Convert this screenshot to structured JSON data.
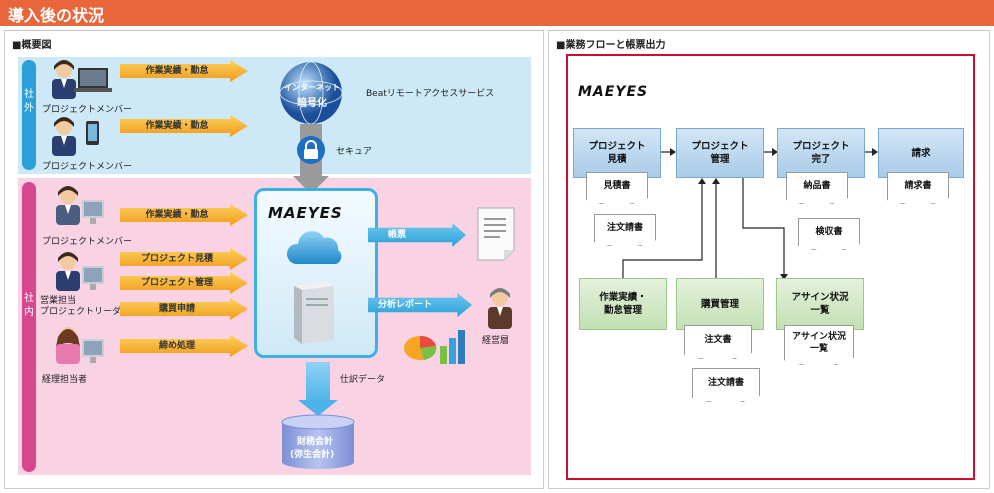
{
  "header": {
    "title": "導入後の状況"
  },
  "left": {
    "title": "■概要図",
    "outside_label": "社\n外",
    "inside_label": "社\n内",
    "members": [
      {
        "label": "プロジェクトメンバー"
      },
      {
        "label": "プロジェクトメンバー"
      },
      {
        "label": "プロジェクトメンバー"
      },
      {
        "label": "営業担当\nプロジェクトリーダー"
      },
      {
        "label": "経理担当者"
      }
    ],
    "arrows": [
      "作業実績・勤怠",
      "作業実績・勤怠",
      "作業実績・勤怠",
      "プロジェクト見積",
      "プロジェクト管理",
      "購買申請",
      "締め処理"
    ],
    "internet_line1": "インターネット",
    "internet_line2": "暗号化",
    "beat_label": "Beatリモートアクセスサービス",
    "secure_label": "セキュア",
    "logo": "MAEYES",
    "out_arrow1": "帳票",
    "out_arrow2": "分析レポート",
    "executive_label": "経営層",
    "journal_label": "仕訳データ",
    "accounting_line1": "財務会計",
    "accounting_line2": "(弥生会計)"
  },
  "right": {
    "title": "■業務フローと帳票出力",
    "logo": "MAEYES",
    "steps": [
      "プロジェクト\n見積",
      "プロジェクト\n管理",
      "プロジェクト\n完了",
      "請求"
    ],
    "docs": {
      "estimate": "見積書",
      "order_ack1": "注文請書",
      "delivery": "納品書",
      "invoice": "請求書",
      "acceptance": "検収書",
      "order": "注文書",
      "order_ack2": "注文請書",
      "assign": "アサイン状況\n一覧"
    },
    "green": [
      "作業実績・\n勤怠管理",
      "購買管理",
      "アサイン状況\n一覧"
    ]
  }
}
